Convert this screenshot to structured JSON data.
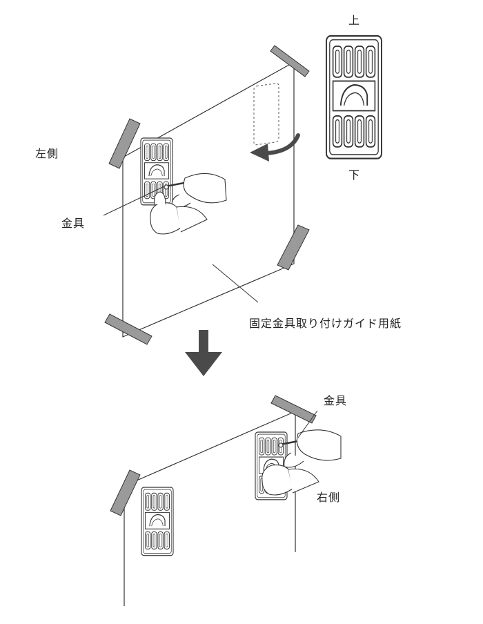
{
  "labels": {
    "top": "上",
    "bottom": "下",
    "left_side": "左側",
    "bracket_1": "金具",
    "guide_paper": "固定金具取り付けガイド用紙",
    "bracket_2": "金具",
    "right_side": "右側"
  },
  "icons": [
    "down-arrow-icon",
    "rotate-arrow-icon",
    "masking-tape",
    "mounting-bracket",
    "hand-with-screwdriver"
  ],
  "colors": {
    "line": "#333333",
    "tape_fill": "#9a9a9a",
    "arrow_fill": "#4a4a4a",
    "bracket_fill": "#ffffff"
  }
}
